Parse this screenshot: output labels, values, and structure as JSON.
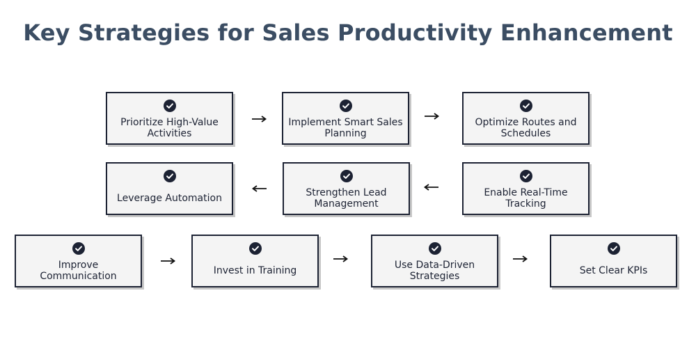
{
  "title": "Key Strategies for Sales Productivity Enhancement",
  "steps": [
    {
      "label": "Prioritize High-Value Activities",
      "icon": "check-circle-icon"
    },
    {
      "label": "Implement Smart Sales Planning",
      "icon": "check-circle-icon"
    },
    {
      "label": "Optimize Routes and Schedules",
      "icon": "check-circle-icon"
    },
    {
      "label": "Enable Real-Time Tracking",
      "icon": "check-circle-icon"
    },
    {
      "label": "Strengthen Lead Management",
      "icon": "check-circle-icon"
    },
    {
      "label": "Leverage Automation",
      "icon": "check-circle-icon"
    },
    {
      "label": "Improve Communication",
      "icon": "check-circle-icon"
    },
    {
      "label": "Invest in Training",
      "icon": "check-circle-icon"
    },
    {
      "label": "Use Data-Driven Strategies",
      "icon": "check-circle-icon"
    },
    {
      "label": "Set Clear KPIs",
      "icon": "check-circle-icon"
    }
  ],
  "colors": {
    "title": "#3b4d63",
    "box_border": "#1c2233",
    "box_fill": "#f4f4f4",
    "icon": "#1c2233"
  }
}
